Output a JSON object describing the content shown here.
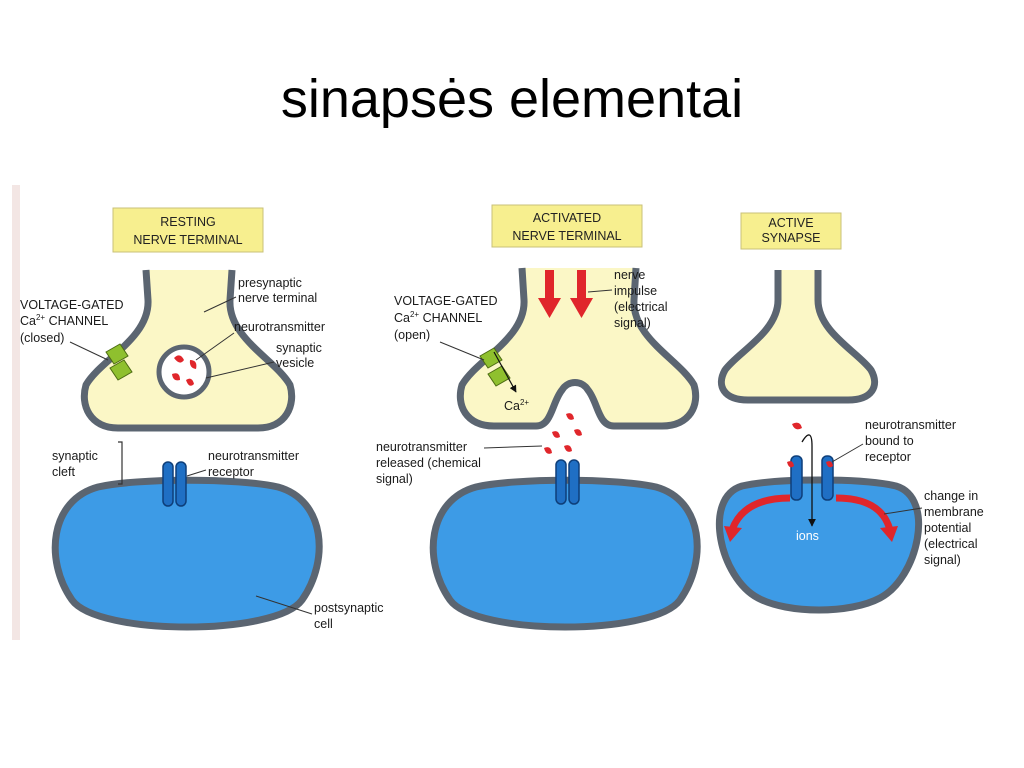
{
  "slide": {
    "title": "sinapsės elementai"
  },
  "panels": {
    "resting": {
      "header": [
        "RESTING",
        "NERVE TERMINAL"
      ],
      "presynaptic": [
        "presynaptic",
        "nerve terminal"
      ],
      "channel": [
        "VOLTAGE-GATED",
        "Ca",
        "2+",
        " CHANNEL",
        "(closed)"
      ],
      "neurotransmitter": "neurotransmitter",
      "vesicle": [
        "synaptic",
        "vesicle"
      ],
      "cleft": [
        "synaptic",
        "cleft"
      ],
      "receptor": [
        "neurotransmitter",
        "receptor"
      ],
      "postsynaptic": [
        "postsynaptic",
        "cell"
      ]
    },
    "activated": {
      "header": [
        "ACTIVATED",
        "NERVE TERMINAL"
      ],
      "impulse": [
        "nerve",
        "impulse",
        "(electrical",
        "signal)"
      ],
      "channel": [
        "VOLTAGE-GATED",
        "Ca",
        "2+",
        " CHANNEL",
        "(open)"
      ],
      "ion": [
        "Ca",
        "2+"
      ],
      "released": [
        "neurotransmitter",
        "released (chemical",
        "signal)"
      ]
    },
    "active": {
      "header": [
        "ACTIVE",
        "SYNAPSE"
      ],
      "bound": [
        "neurotransmitter",
        "bound to",
        "receptor"
      ],
      "ions": "ions",
      "potential": [
        "change in",
        "membrane",
        "potential",
        "(electrical",
        "signal)"
      ]
    }
  },
  "colors": {
    "label_box": "#f7ef8f",
    "terminal": "#fbf7c6",
    "membrane": "#5b6571",
    "cell": "#3d9be6",
    "receptor": "#1f6fc4",
    "neurotransmitter": "#e0262b",
    "channel": "#8fc02e"
  }
}
